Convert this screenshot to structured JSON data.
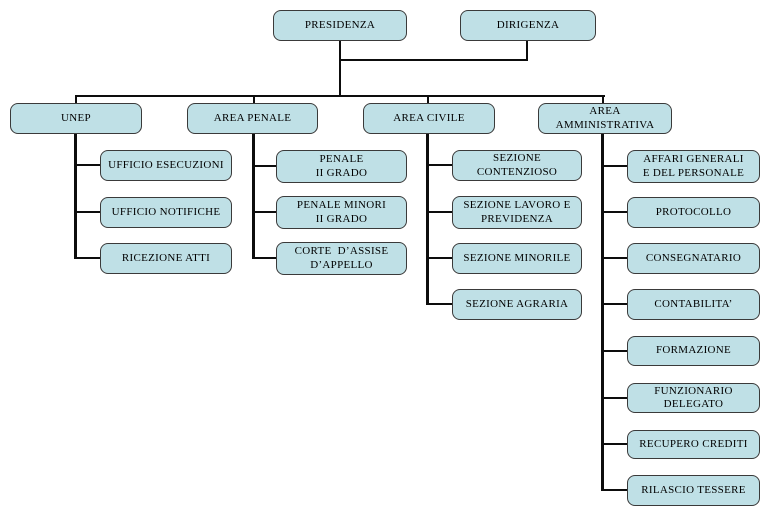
{
  "org": {
    "colors": {
      "box_fill": "#bfe0e6",
      "box_border": "#3a3a3a",
      "line": "#0d0d0d"
    },
    "top": [
      {
        "label": "PRESIDENZA"
      },
      {
        "label": "DIRIGENZA"
      }
    ],
    "branches": [
      {
        "label": "UNEP",
        "children": [
          {
            "label": "UFFICIO ESECUZIONI"
          },
          {
            "label": "UFFICIO NOTIFICHE"
          },
          {
            "label": "RICEZIONE ATTI"
          }
        ]
      },
      {
        "label": "AREA PENALE",
        "children": [
          {
            "label": "PENALE\nII GRADO"
          },
          {
            "label": "PENALE MINORI\nII GRADO"
          },
          {
            "label": "CORTE  D’ASSISE\nD’APPELLO"
          }
        ]
      },
      {
        "label": "AREA CIVILE",
        "children": [
          {
            "label": "SEZIONE CONTENZIOSO"
          },
          {
            "label": "SEZIONE LAVORO E\nPREVIDENZA"
          },
          {
            "label": "SEZIONE MINORILE"
          },
          {
            "label": "SEZIONE AGRARIA"
          }
        ]
      },
      {
        "label": "AREA AMMINISTRATIVA",
        "children": [
          {
            "label": "AFFARI GENERALI\nE DEL PERSONALE"
          },
          {
            "label": "PROTOCOLLO"
          },
          {
            "label": "CONSEGNATARIO"
          },
          {
            "label": "CONTABILITA’"
          },
          {
            "label": "FORMAZIONE"
          },
          {
            "label": "FUNZIONARIO DELEGATO"
          },
          {
            "label": "RECUPERO CREDITI"
          },
          {
            "label": "RILASCIO TESSERE"
          }
        ]
      }
    ]
  }
}
